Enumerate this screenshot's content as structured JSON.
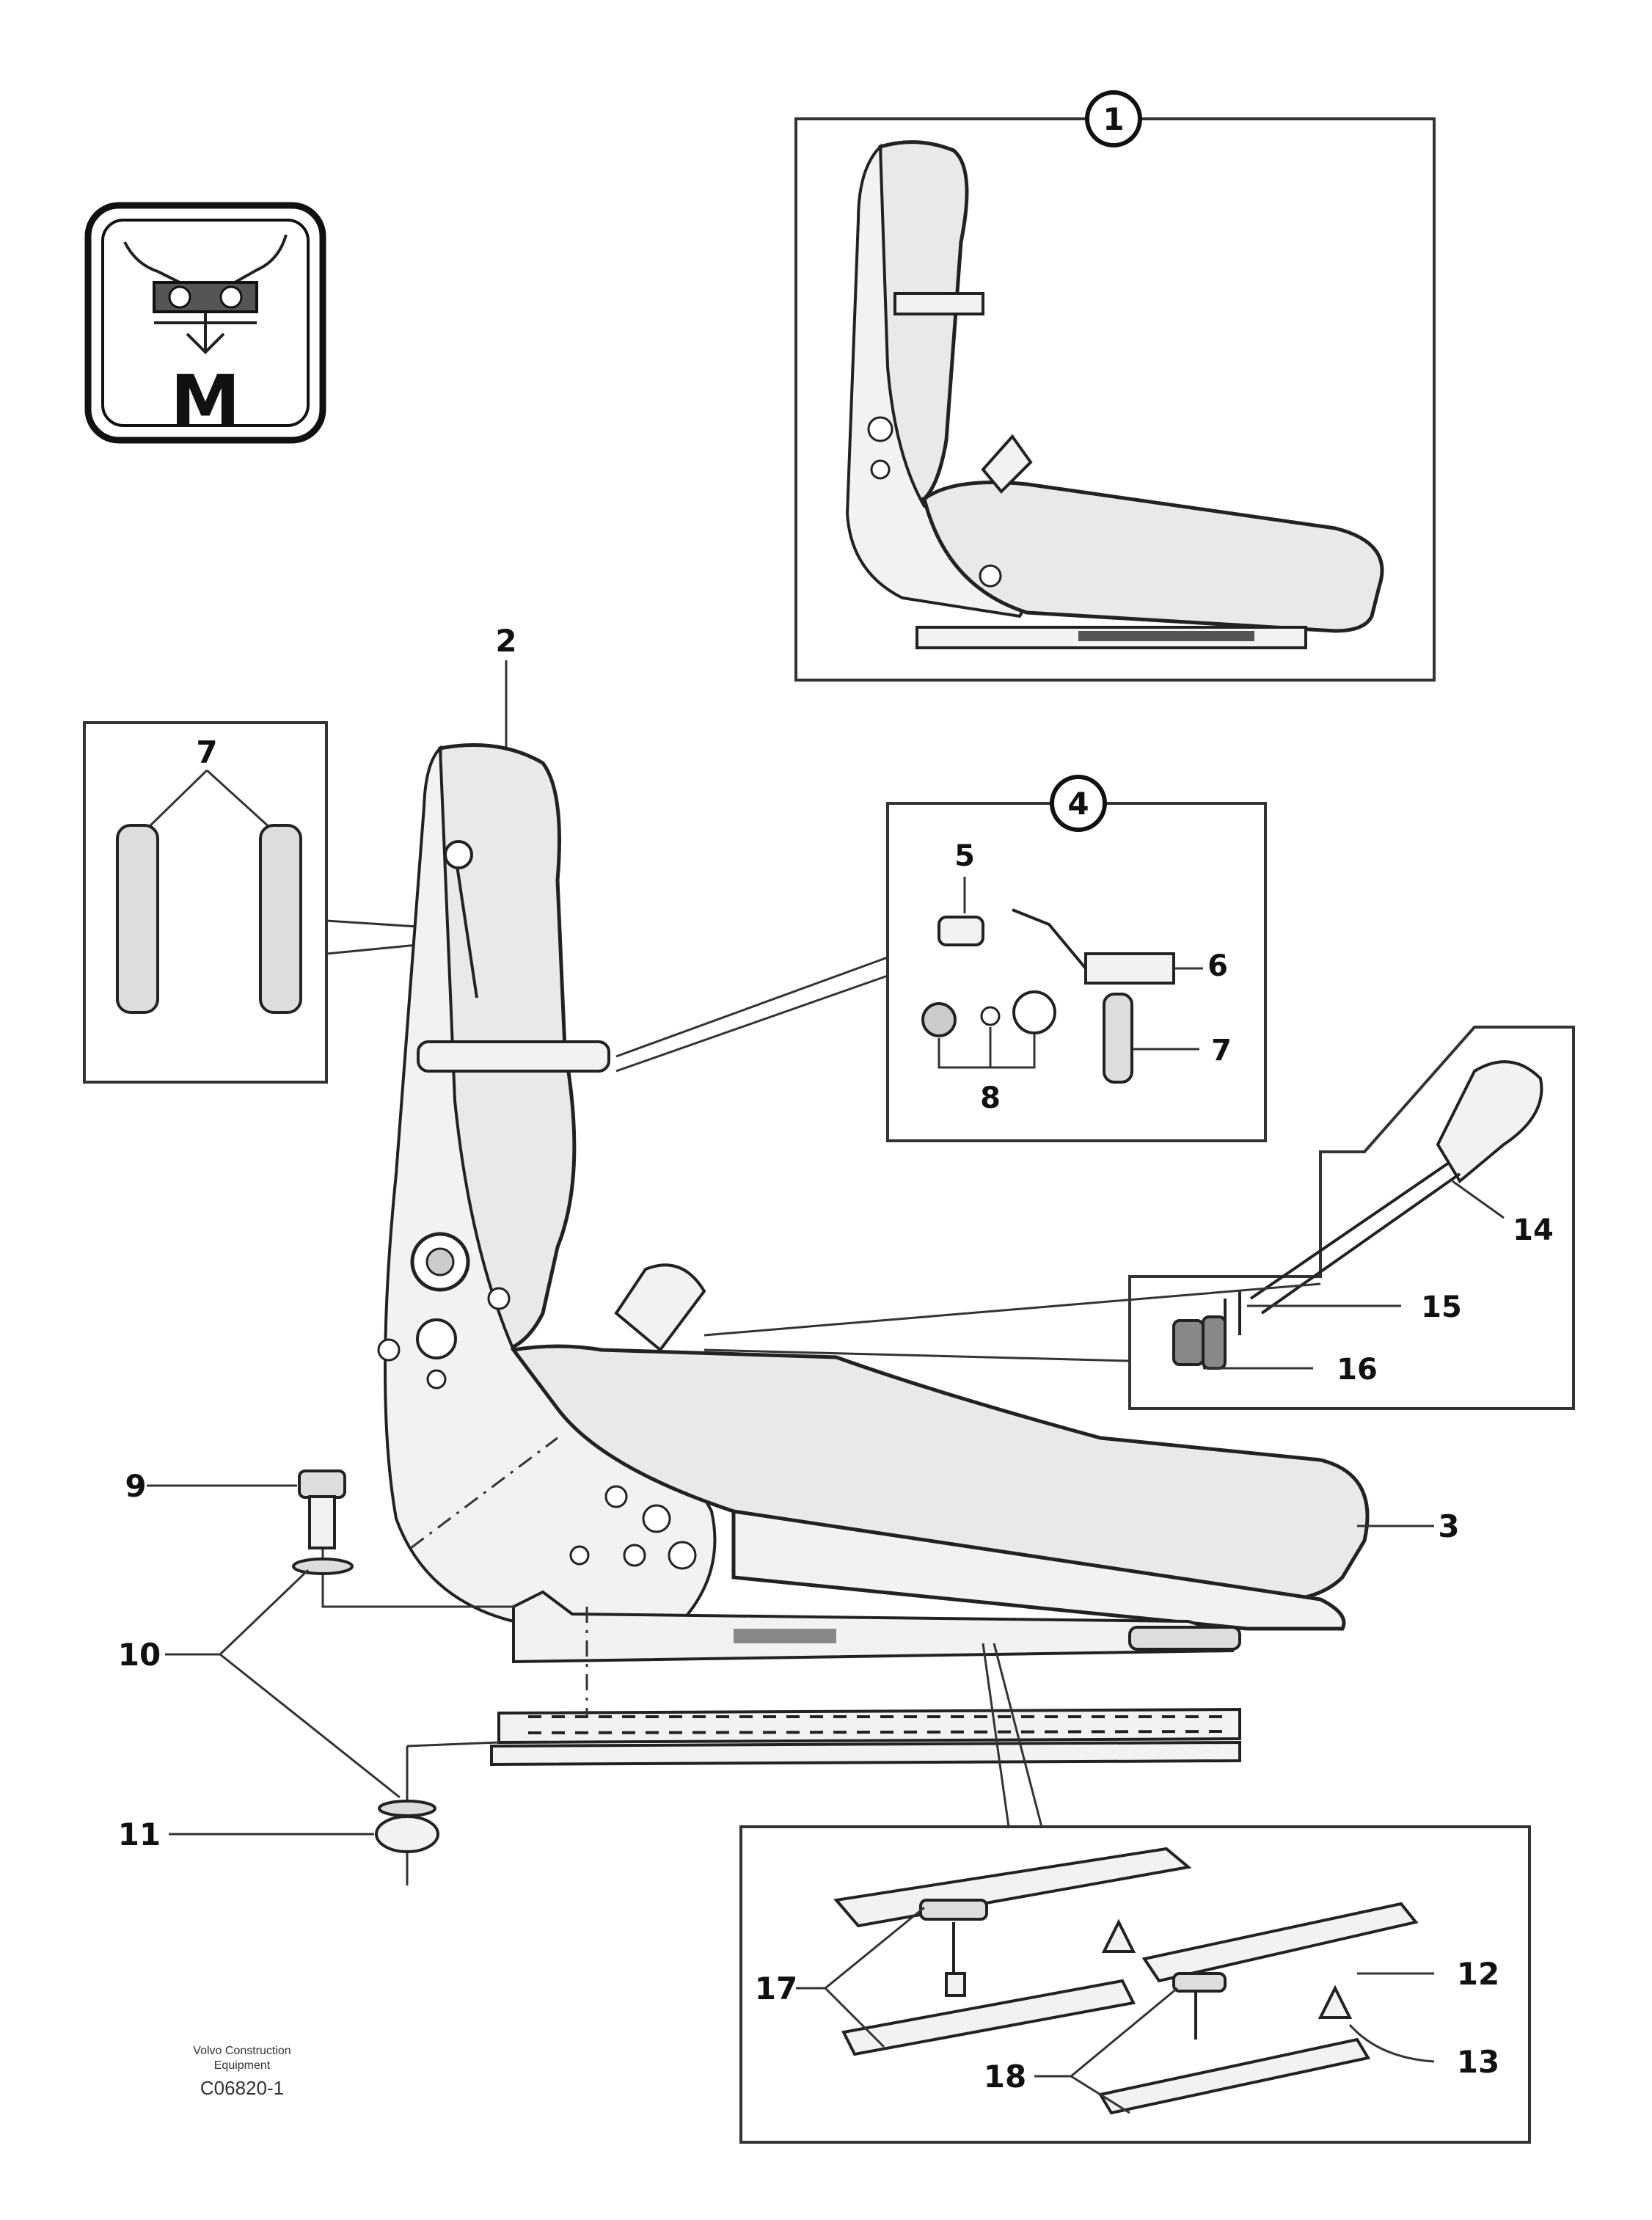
{
  "symbol": {
    "letter": "M",
    "icon": "machine-symbol-icon"
  },
  "callouts": {
    "c1": "1",
    "c2": "2",
    "c3": "3",
    "c4": "4",
    "c5": "5",
    "c6": "6",
    "c7_detail": "7",
    "c7_left": "7",
    "c8": "8",
    "c9": "9",
    "c10": "10",
    "c11": "11",
    "c12": "12",
    "c13": "13",
    "c14": "14",
    "c15": "15",
    "c16": "16",
    "c17": "17",
    "c18": "18"
  },
  "footer": {
    "line1": "Volvo Construction",
    "line2": "Equipment",
    "ref": "C06820-1"
  }
}
